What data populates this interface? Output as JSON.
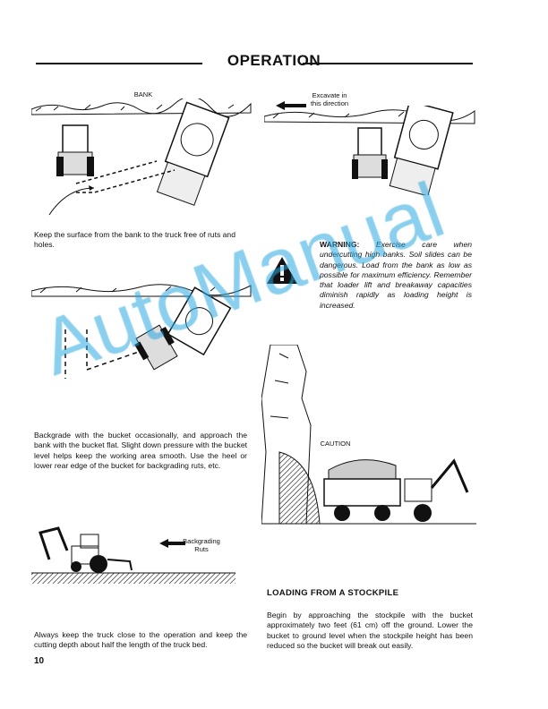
{
  "header": {
    "title": "OPERATION"
  },
  "figures": {
    "bank_label": "BANK",
    "excavate_label_1": "Excavate in",
    "excavate_label_2": "this direction",
    "caution_label": "CAUTION",
    "backgrading_label_1": "Backgrading",
    "backgrading_label_2": "Ruts"
  },
  "text": {
    "surface": "Keep the surface from the bank to the truck free of ruts and holes.",
    "warning_label": "WARNING:",
    "warning_body": "Exercise care when undercutting high banks. Soil slides can be dangerous. Load from the bank as low as possible for maximum efficiency. Remember that loader lift and breakaway capacities diminish rapidly as loading height is increased.",
    "backgrade": "Backgrade with the bucket occasionally, and approach the bank with the bucket flat. Slight down pressure with the bucket level helps keep the working area smooth. Use the heel or lower rear edge of the bucket for backgrading ruts, etc.",
    "truck_close": "Always keep the truck close to the operation and keep the cutting depth about half the length of the truck bed.",
    "stockpile_heading": "LOADING FROM A STOCKPILE",
    "stockpile_body": "Begin by approaching the stockpile with the bucket approximately two feet (61 cm) off the ground. Lower the bucket to ground level when the stockpile height has been reduced so the bucket will break out easily."
  },
  "footer": {
    "page_number": "10"
  },
  "watermark": "AutoManual",
  "icons": {
    "warning": "warning-triangle-icon",
    "arrow": "arrow-left-icon"
  }
}
